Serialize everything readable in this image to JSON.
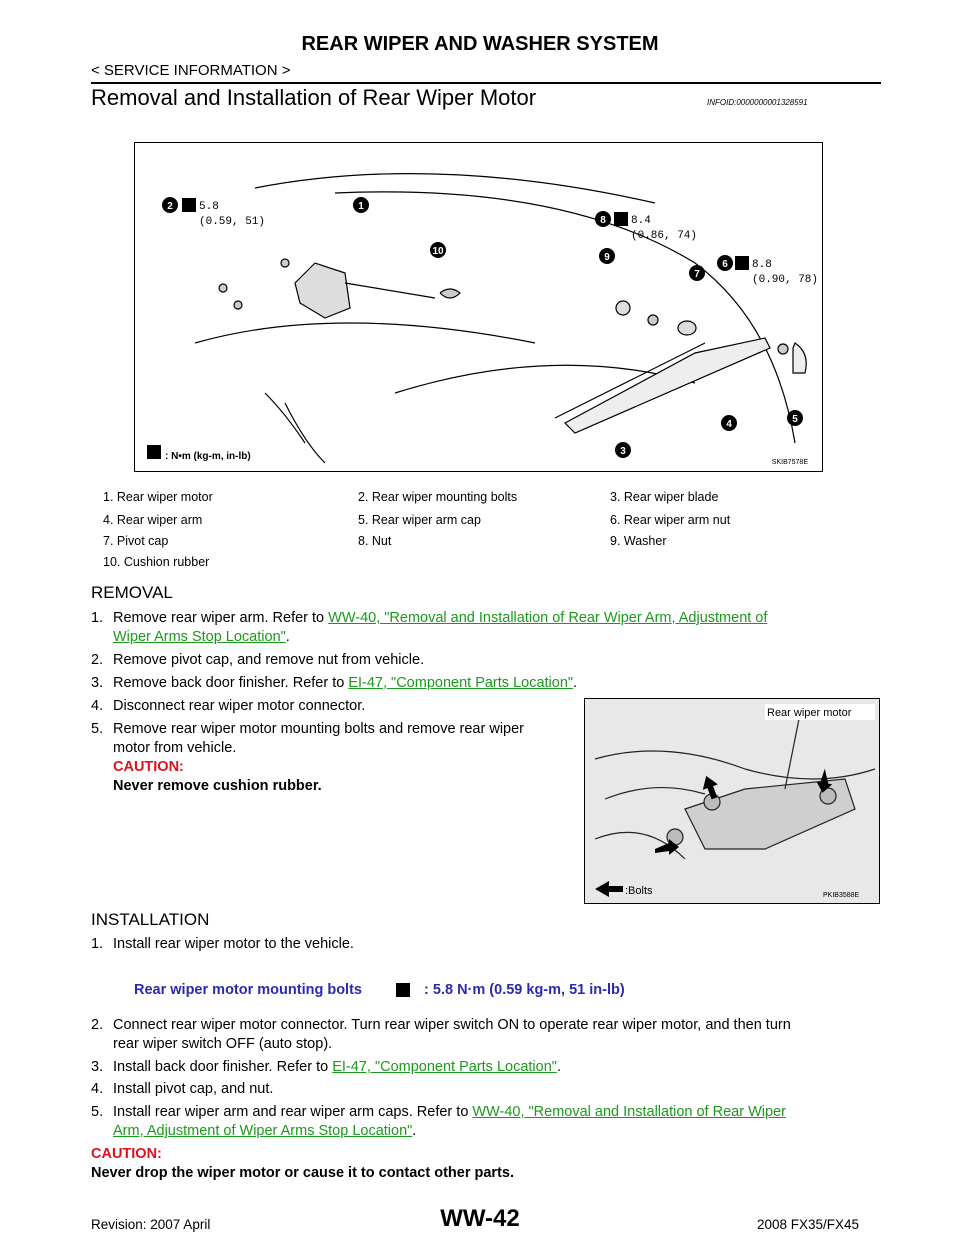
{
  "header": {
    "title": "REAR WIPER AND WASHER SYSTEM",
    "subtitle": "< SERVICE INFORMATION >"
  },
  "section": {
    "title": "Removal and Installation of Rear Wiper Motor",
    "infoid": "INFOID:0000000001328591"
  },
  "figure1": {
    "tag": "SKIB7578E",
    "legend_unit": ": N•m (kg-m, in-lb)",
    "torque_2": "5.8",
    "torque_2_paren": "(0.59, 51)",
    "torque_8": "8.4",
    "torque_8_paren": "(0.86, 74)",
    "torque_6": "8.8",
    "torque_6_paren": "(0.90, 78)",
    "callouts": [
      "1",
      "2",
      "3",
      "4",
      "5",
      "6",
      "7",
      "8",
      "9",
      "10"
    ]
  },
  "legend": [
    "1.   Rear wiper motor",
    "2.   Rear wiper mounting bolts",
    "3.   Rear wiper blade",
    "4.   Rear wiper arm",
    "5.   Rear wiper arm cap",
    "6.   Rear wiper arm nut",
    "7.   Pivot cap",
    "8.   Nut",
    "9.   Washer",
    "10.  Cushion rubber"
  ],
  "removal": {
    "heading": "REMOVAL",
    "s1_num": "1.",
    "s1_text": "Remove rear wiper arm. Refer to ",
    "s1_link_a": "WW-40, \"Removal and Installation of Rear Wiper Arm, Adjustment of",
    "s1_link_b": "Wiper Arms Stop Location\"",
    "s2_num": "2.",
    "s2_text": "Remove pivot cap, and remove nut from vehicle.",
    "s3_num": "3.",
    "s3_text": "Remove back door finisher. Refer to ",
    "s3_link": "EI-47, \"Component Parts Location\"",
    "s4_num": "4.",
    "s4_text": "Disconnect rear wiper motor connector.",
    "s5_num": "5.",
    "s5_text_a": "Remove rear wiper motor mounting bolts and remove rear wiper",
    "s5_text_b": "motor from vehicle.",
    "caution": "CAUTION:",
    "caution_text": "Never remove cushion rubber."
  },
  "figure2": {
    "label_motor": "Rear wiper motor",
    "label_bolts": ":Bolts",
    "tag": "PKIB3588E"
  },
  "installation": {
    "heading": "INSTALLATION",
    "s1_num": "1.",
    "s1_text": "Install rear wiper motor to the vehicle.",
    "spec_label": "Rear wiper motor mounting bolts",
    "spec_value": ": 5.8 N·m (0.59 kg-m, 51 in-lb)",
    "s2_num": "2.",
    "s2_text_a": "Connect rear wiper motor connector. Turn rear wiper switch ON to operate rear wiper motor, and then turn",
    "s2_text_b": "rear wiper switch OFF (auto stop).",
    "s3_num": "3.",
    "s3_text": "Install back door finisher. Refer to ",
    "s3_link": "EI-47, \"Component Parts Location\"",
    "s4_num": "4.",
    "s4_text": "Install pivot cap, and nut.",
    "s5_num": "5.",
    "s5_text": "Install rear wiper arm and rear wiper arm caps. Refer to ",
    "s5_link_a": "WW-40, \"Removal and Installation of Rear Wiper",
    "s5_link_b": "Arm, Adjustment of Wiper Arms Stop Location\"",
    "caution": "CAUTION:",
    "caution_text": "Never drop the wiper motor or cause it to contact other parts."
  },
  "footer": {
    "revision": "Revision: 2007 April",
    "page": "WW-42",
    "model": "2008 FX35/FX45"
  }
}
